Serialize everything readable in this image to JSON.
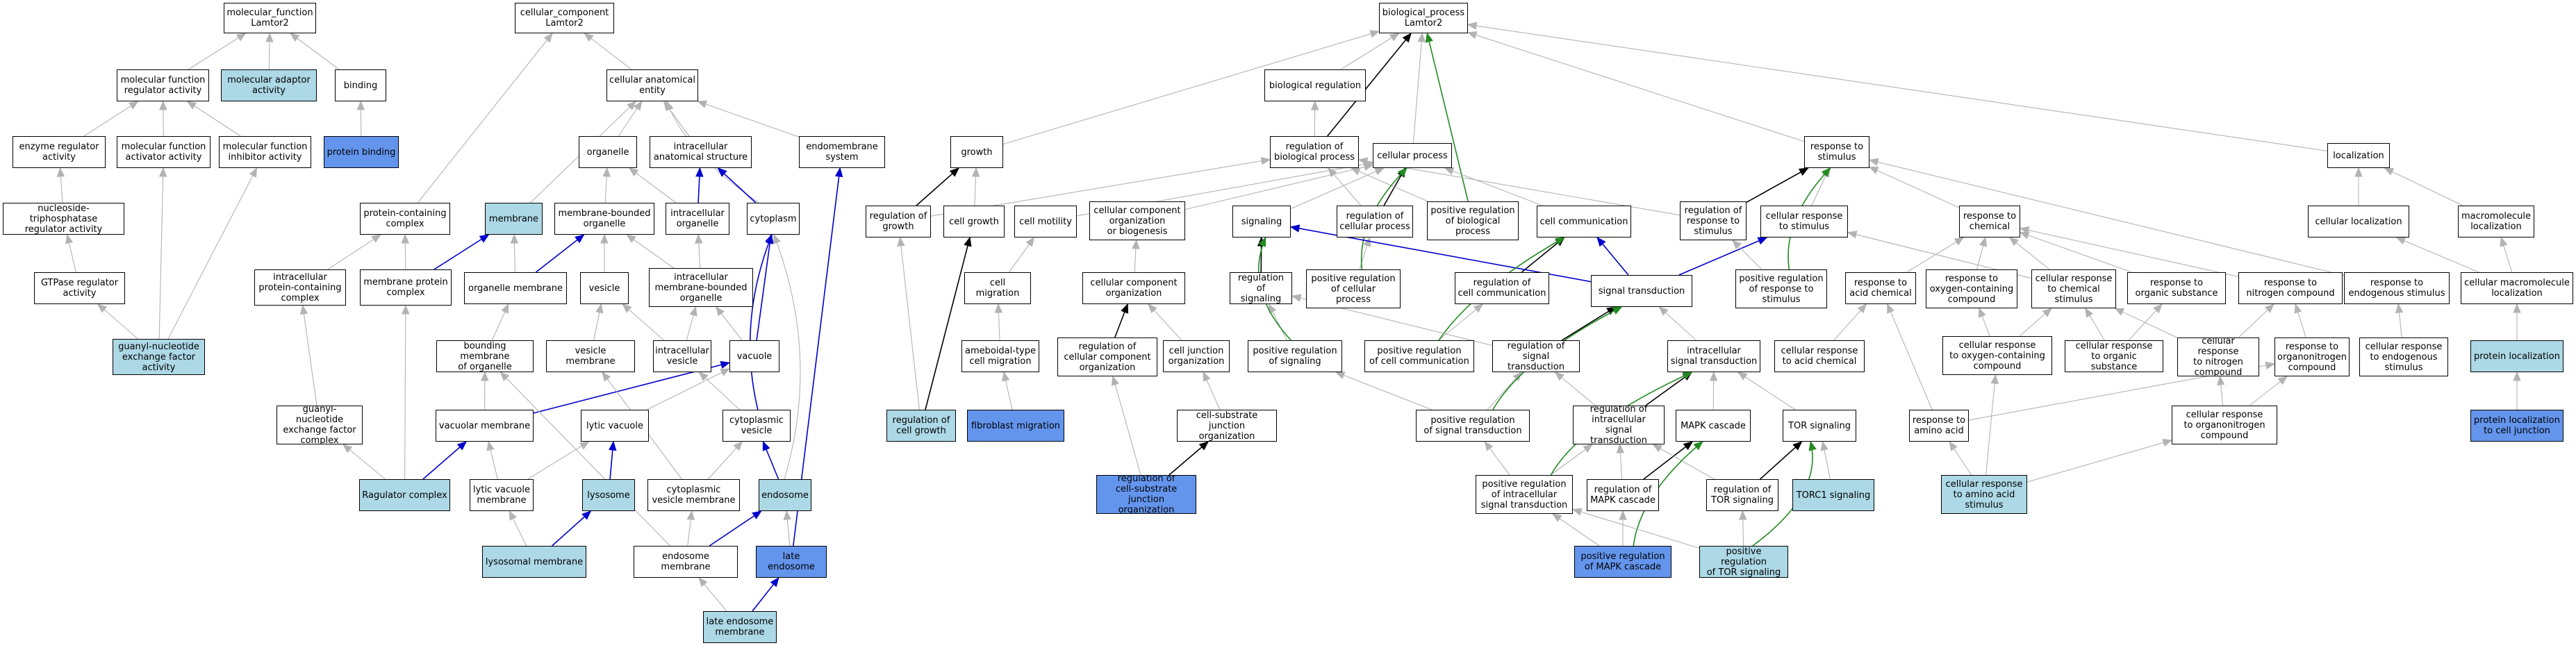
{
  "colors": {
    "background": "#ffffff",
    "node_border": "#000000",
    "node_default": "#ffffff",
    "node_light_blue": "#add8e6",
    "node_blue": "#6495ed",
    "edge_gray": "#b3b3b3",
    "edge_black": "#000000",
    "edge_blue": "#0000cd",
    "edge_green": "#228b22"
  },
  "nodes": {
    "mf_root": "molecular_function\nLamtor2",
    "cc_root": "cellular_component\nLamtor2",
    "bp_root": "biological_process\nLamtor2",
    "mfra": "molecular function\nregulator activity",
    "mad": "molecular adaptor\nactivity",
    "binding": "binding",
    "protein_binding": "protein binding",
    "enzyme_reg": "enzyme regulator\nactivity",
    "mf_act": "molecular function\nactivator activity",
    "mf_inh": "molecular function\ninhibitor activity",
    "ntp_reg": "nucleoside-triphosphatase\nregulator activity",
    "gtpase_reg": "GTPase regulator\nactivity",
    "gnef": "guanyl-nucleotide\nexchange factor\nactivity",
    "cae": "cellular anatomical\nentity",
    "organelle": "organelle",
    "ias": "intracellular\nanatomical structure",
    "endomembrane": "endomembrane\nsystem",
    "pcc": "protein-containing\ncomplex",
    "membrane": "membrane",
    "mbo": "membrane-bounded\norganelle",
    "intra_org": "intracellular\norganelle",
    "cytoplasm": "cytoplasm",
    "ipcc": "intracellular\nprotein-containing\ncomplex",
    "mpc": "membrane protein\ncomplex",
    "org_mem": "organelle membrane",
    "vesicle": "vesicle",
    "imbo": "intracellular\nmembrane-bounded\norganelle",
    "bmo": "bounding membrane\nof organelle",
    "ves_mem": "vesicle membrane",
    "intra_ves": "intracellular\nvesicle",
    "vacuole": "vacuole",
    "gnefc": "guanyl-nucleotide\nexchange factor\ncomplex",
    "vac_mem": "vacuolar membrane",
    "lytic_vac": "lytic vacuole",
    "cyto_ves": "cytoplasmic\nvesicle",
    "ragulator": "Ragulator complex",
    "lvm": "lytic vacuole\nmembrane",
    "lysosome": "lysosome",
    "cvm": "cytoplasmic\nvesicle membrane",
    "endosome": "endosome",
    "lys_mem": "lysosomal membrane",
    "endo_mem": "endosome membrane",
    "late_endo": "late endosome",
    "late_endo_mem": "late endosome\nmembrane",
    "bio_reg": "biological regulation",
    "growth": "growth",
    "reg_bp": "regulation of\nbiological process",
    "cell_proc": "cellular process",
    "resp_stim": "response to\nstimulus",
    "localization": "localization",
    "reg_growth": "regulation of\ngrowth",
    "cell_growth": "cell growth",
    "cell_motility": "cell motility",
    "ccob": "cellular component\norganization\nor biogenesis",
    "signaling": "signaling",
    "reg_cp": "regulation of\ncellular process",
    "pos_reg_bp": "positive regulation\nof biological\nprocess",
    "cell_comm": "cell communication",
    "reg_resp_stim": "regulation of\nresponse to\nstimulus",
    "cell_resp_stim": "cellular response\nto stimulus",
    "resp_chem": "response to\nchemical",
    "cell_loc": "cellular localization",
    "macro_loc": "macromolecule\nlocalization",
    "cell_migration": "cell migration",
    "cco": "cellular component\norganization",
    "reg_signaling": "regulation of\nsignaling",
    "pos_reg_cp": "positive regulation\nof cellular\nprocess",
    "reg_cell_comm": "regulation of\ncell communication",
    "sig_trans": "signal transduction",
    "pos_reg_resp_stim": "positive regulation\nof response to\nstimulus",
    "resp_acid": "response to\nacid chemical",
    "resp_occ": "response to\noxygen-containing\ncompound",
    "cell_resp_chem": "cellular response\nto chemical\nstimulus",
    "resp_org_sub": "response to\norganic substance",
    "resp_nitro": "response to\nnitrogen compound",
    "resp_endo_stim": "response to\nendogenous stimulus",
    "cell_macro_loc": "cellular macromolecule\nlocalization",
    "ameboid": "ameboidal-type\ncell migration",
    "reg_cco": "regulation of\ncellular component\norganization",
    "cjo": "cell junction\norganization",
    "pos_reg_sig": "positive regulation\nof signaling",
    "pos_reg_cc": "positive regulation\nof cell communication",
    "reg_sig_trans": "regulation of\nsignal transduction",
    "intra_sig": "intracellular\nsignal transduction",
    "cell_resp_acid": "cellular response\nto acid chemical",
    "cell_resp_ocs": "cellular response\nto oxygen-containing\ncompound",
    "cell_resp_org_sub": "cellular response\nto organic substance",
    "cell_resp_nitro": "cellular response\nto nitrogen\ncompound",
    "resp_organonitro": "response to\norganonitrogen\ncompound",
    "cell_resp_endo": "cellular response\nto endogenous\nstimulus",
    "protein_loc": "protein localization",
    "reg_cell_growth": "regulation of\ncell growth",
    "fibroblast": "fibroblast migration",
    "csjo": "cell-substrate\njunction organization",
    "pos_reg_st": "positive regulation\nof signal transduction",
    "reg_intra_st": "regulation of\nintracellular\nsignal transduction",
    "mapk": "MAPK cascade",
    "tor": "TOR signaling",
    "resp_amino": "response to\namino acid",
    "cell_resp_organonitro": "cellular response\nto organonitrogen\ncompound",
    "prot_loc_cj": "protein localization\nto cell junction",
    "reg_csjo": "regulation of\ncell-substrate\njunction organization",
    "pos_reg_ist": "positive regulation\nof intracellular\nsignal transduction",
    "reg_mapk": "regulation of\nMAPK cascade",
    "reg_tor": "regulation of\nTOR signaling",
    "torc1": "TORC1 signaling",
    "cell_resp_amino": "cellular response\nto amino acid\nstimulus",
    "pos_reg_mapk": "positive regulation\nof MAPK cascade",
    "pos_reg_tor": "positive regulation\nof TOR signaling"
  }
}
